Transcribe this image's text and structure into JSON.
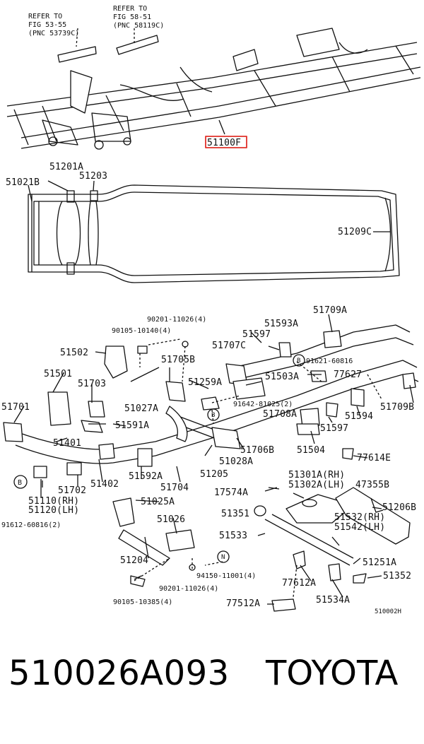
{
  "top_refs": {
    "ref1": [
      "REFER TO",
      "FIG 53-55",
      "(PNC 53739C)"
    ],
    "ref2": [
      "REFER TO",
      "FIG 58-51",
      "(PNC 58119C)"
    ]
  },
  "main_part": "51100F",
  "frame_labels": {
    "l51201A": "51201A",
    "l51203": "51203",
    "l51021B": "51021B",
    "l51209C": "51209C"
  },
  "parts": {
    "p90201a": "90201-11026(4)",
    "p90105a": "90105-10140(4)",
    "p51709A": "51709A",
    "p51593A": "51593A",
    "p51597a": "51597",
    "p51707C": "51707C",
    "p51502": "51502",
    "p91621": "91621-60816",
    "p51705B": "51705B",
    "p51503A": "51503A",
    "p77627": "77627",
    "p51501": "51501",
    "p51703": "51703",
    "p51259A": "51259A",
    "p91642": "91642-81025(2)",
    "p51701": "51701",
    "p51027A": "51027A",
    "p51708A": "51708A",
    "p51709B": "51709B",
    "p51591A": "51591A",
    "p51594": "51594",
    "p51597b": "51597",
    "p51401": "51401",
    "p51706B": "51706B",
    "p51504": "51504",
    "p51028A": "51028A",
    "p77614E": "77614E",
    "p51205": "51205",
    "p51402": "51402",
    "p51592A": "51592A",
    "p51301A": "51301A(RH)",
    "p51302A": "51302A(LH)",
    "p47355B": "47355B",
    "p51702": "51702",
    "p51704": "51704",
    "p17574A": "17574A",
    "p51110": "51110(RH)",
    "p51120": "51120(LH)",
    "p51025A": "51025A",
    "p51206B": "51206B",
    "p51351": "51351",
    "p91612": "91612-60816(2)",
    "p51026": "51026",
    "p51532": "51532(RH)",
    "p51542": "51542(LH)",
    "p51533": "51533",
    "p51204": "51204",
    "p51251A": "51251A",
    "p94150": "94150-11001(4)",
    "p77612A": "77612A",
    "p51352": "51352",
    "p90201b": "90201-11026(4)",
    "p90105b": "90105-10385(4)",
    "p77512A": "77512A",
    "p51534A": "51534A",
    "fig": "510002H"
  },
  "markers": {
    "b": "B",
    "n": "N"
  },
  "footer": {
    "part_number": "510026A093",
    "brand": "TOYOTA"
  },
  "colors": {
    "highlight": "#e0302a"
  }
}
